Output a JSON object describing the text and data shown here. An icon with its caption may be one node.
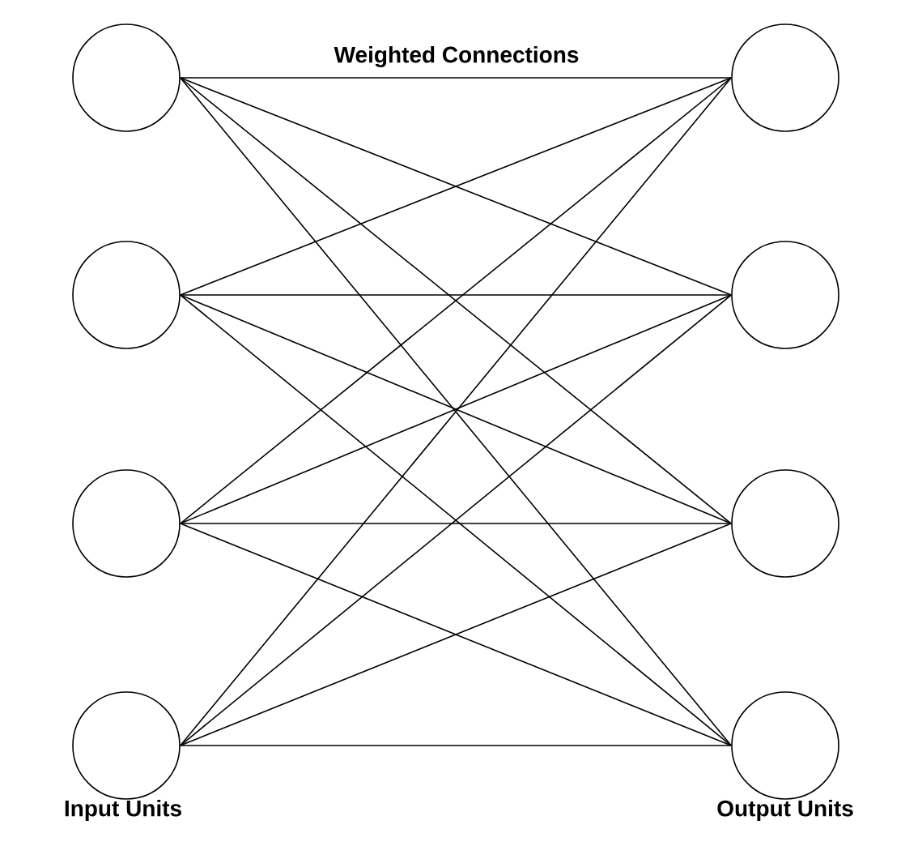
{
  "diagram": {
    "nodes": [
      {
        "text": [],
        "shape": "circle"
      },
      {
        "text": [],
        "shape": "circle"
      },
      {
        "text": [],
        "shape": "circle"
      },
      {
        "text": [],
        "shape": "circle"
      },
      {
        "text": [],
        "shape": "circle"
      },
      {
        "text": [],
        "shape": "circle"
      },
      {
        "text": [],
        "shape": "circle"
      },
      {
        "text": [],
        "shape": "circle"
      }
    ],
    "edges": [
      {
        "from": 0,
        "to": 4,
        "arrow": "none"
      },
      {
        "from": 0,
        "to": 5,
        "arrow": "none"
      },
      {
        "from": 0,
        "to": 6,
        "arrow": "none"
      },
      {
        "from": 0,
        "to": 7,
        "arrow": "none"
      },
      {
        "from": 1,
        "to": 4,
        "arrow": "none"
      },
      {
        "from": 1,
        "to": 5,
        "arrow": "none"
      },
      {
        "from": 1,
        "to": 6,
        "arrow": "none"
      },
      {
        "from": 1,
        "to": 7,
        "arrow": "none"
      },
      {
        "from": 2,
        "to": 4,
        "arrow": "none"
      },
      {
        "from": 2,
        "to": 5,
        "arrow": "none"
      },
      {
        "from": 2,
        "to": 6,
        "arrow": "none"
      },
      {
        "from": 2,
        "to": 7,
        "arrow": "none"
      },
      {
        "from": 3,
        "to": 4,
        "arrow": "none"
      },
      {
        "from": 3,
        "to": 5,
        "arrow": "none"
      },
      {
        "from": 3,
        "to": 6,
        "arrow": "none"
      },
      {
        "from": 3,
        "to": 7,
        "arrow": "none"
      }
    ],
    "labels": [
      "Weighted Connections",
      "Input Units",
      "Output Units"
    ]
  }
}
